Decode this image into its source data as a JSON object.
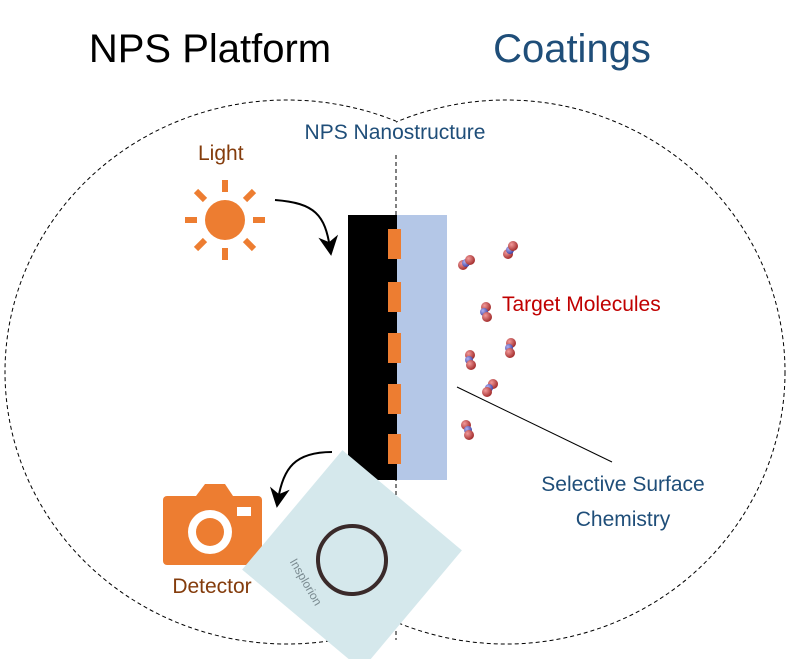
{
  "titles": {
    "left": "NPS Platform",
    "right": "Coatings"
  },
  "labels": {
    "nanostructure": "NPS Nanostructure",
    "light": "Light",
    "target_molecules": "Target Molecules",
    "surface_line1": "Selective Surface",
    "surface_line2": "Chemistry",
    "detector": "Detector",
    "chip_brand": "Insplorion"
  },
  "colors": {
    "title_left": "#000000",
    "title_right": "#1f4e79",
    "accent_orange": "#ed7d31",
    "brown": "#843c0c",
    "red": "#c00000",
    "coating_blue": "#b4c7e7"
  },
  "icons": [
    "sun-icon",
    "camera-icon"
  ]
}
